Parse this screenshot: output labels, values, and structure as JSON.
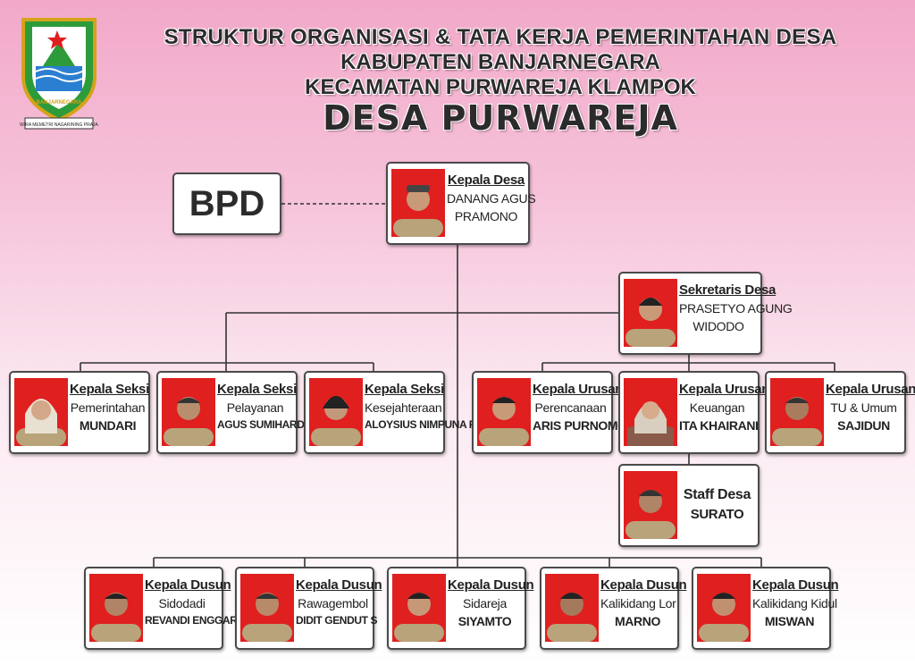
{
  "header": {
    "line1": "STRUKTUR ORGANISASI & TATA KERJA PEMERINTAHAN DESA",
    "line2": "KABUPATEN BANJARNEGARA",
    "line3": "KECAMATAN PURWAREJA KLAMPOK",
    "line4": "DESA PURWAREJA"
  },
  "logo": {
    "text": "BANJARNEGARA",
    "motto": "WIRA MEMETRI NAGARINING PRAJA"
  },
  "colors": {
    "photo_bg": "#e01f1f",
    "uniform": "#b9a37a",
    "border": "#4a4a4a"
  },
  "bpd": {
    "label": "BPD"
  },
  "kepala_desa": {
    "role": "Kepala Desa",
    "name1": "DANANG AGUS",
    "name2": "PRAMONO"
  },
  "sekretaris": {
    "role": "Sekretaris Desa",
    "name1": "PRASETYO AGUNG",
    "name2": "WIDODO"
  },
  "seksi": [
    {
      "role": "Kepala Seksi",
      "unit": "Pemerintahan",
      "name": "MUNDARI"
    },
    {
      "role": "Kepala Seksi",
      "unit": "Pelayanan",
      "name": "AGUS SUMIHARDI"
    },
    {
      "role": "Kepala Seksi",
      "unit": "Kesejahteraan",
      "name": "ALOYSIUS NIMPUNA P"
    }
  ],
  "urusan": [
    {
      "role": "Kepala Urusan",
      "unit": "Perencanaan",
      "name": "ARIS PURNOMO"
    },
    {
      "role": "Kepala Urusan",
      "unit": "Keuangan",
      "name": "ITA KHAIRANI"
    },
    {
      "role": "Kepala Urusan",
      "unit": "TU & Umum",
      "name": "SAJIDUN"
    }
  ],
  "staff": {
    "role": "Staff Desa",
    "name": "SURATO"
  },
  "dusun": [
    {
      "role": "Kepala Dusun",
      "unit": "Sidodadi",
      "name": "REVANDI ENGGAR S"
    },
    {
      "role": "Kepala Dusun",
      "unit": "Rawagembol",
      "name": "DIDIT GENDUT S"
    },
    {
      "role": "Kepala Dusun",
      "unit": "Sidareja",
      "name": "SIYAMTO"
    },
    {
      "role": "Kepala Dusun",
      "unit": "Kalikidang Lor",
      "name": "MARNO"
    },
    {
      "role": "Kepala Dusun",
      "unit": "Kalikidang Kidul",
      "name": "MISWAN"
    }
  ]
}
